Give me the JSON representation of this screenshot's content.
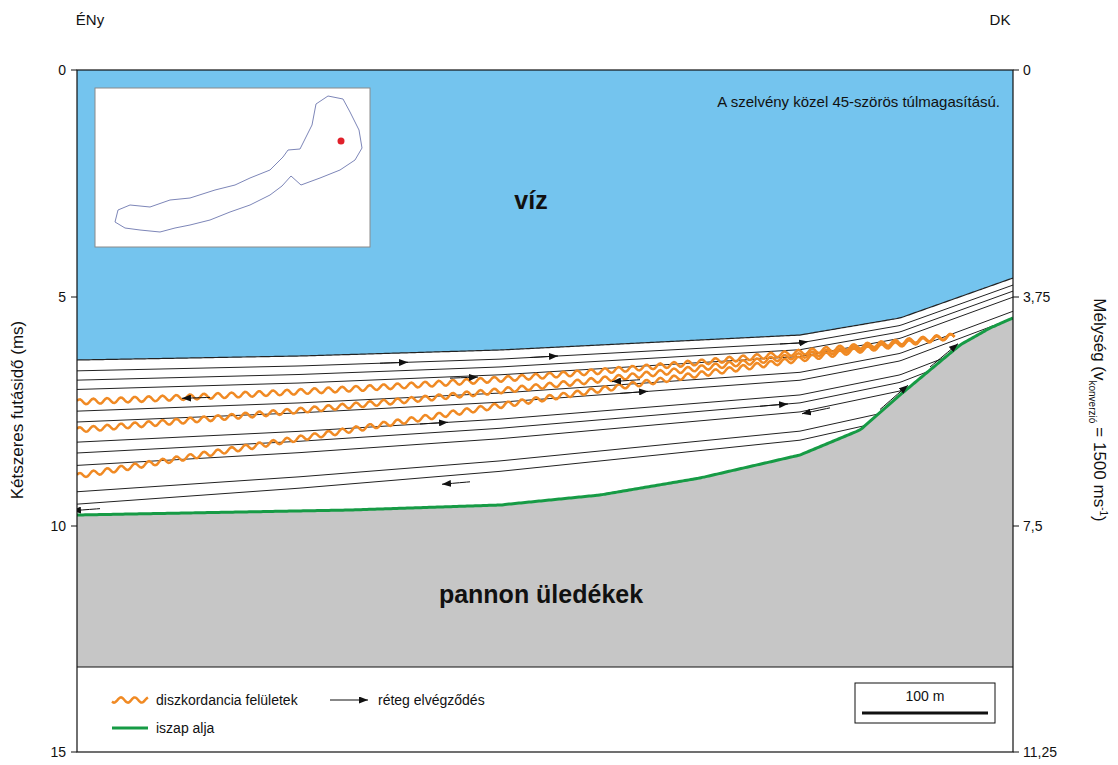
{
  "diagram": {
    "labels": [
      "ÉNy",
      "DK",
      "A szelvény közel 45-szörös túlmagasítású.",
      "víz",
      "pannon üledékek",
      "0",
      "5",
      "10",
      "15",
      "Kétszeres futásidő (ms)",
      "0",
      "3,75",
      "7,5",
      "11,25",
      "Mélység (v",
      "konverzió",
      "= 1500 ms",
      "-1",
      ")",
      "100 m"
    ],
    "legend": [
      {
        "text": "diszkordancia felületek"
      },
      {
        "text": "réteg elvégződés"
      },
      {
        "text": "iszap alja"
      }
    ]
  }
}
